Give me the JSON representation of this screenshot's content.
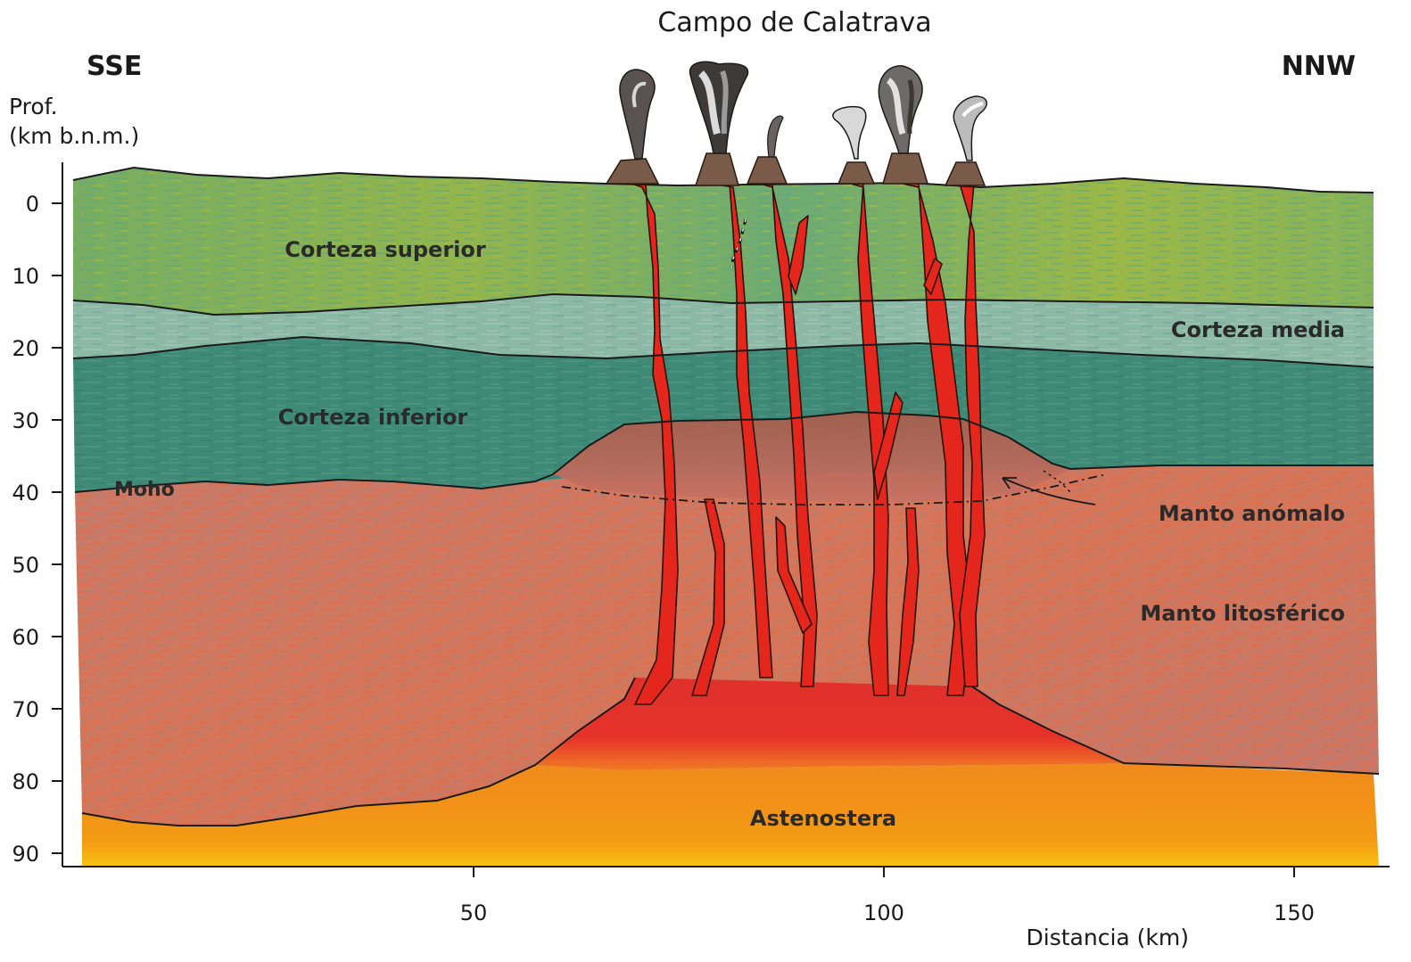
{
  "title": "Campo de Calatrava",
  "direction_left": "SSE",
  "direction_right": "NNW",
  "y_axis": {
    "label_line1": "Prof.",
    "label_line2": "(km b.n.m.)",
    "ticks": [
      "0",
      "10",
      "20",
      "30",
      "40",
      "50",
      "60",
      "70",
      "80",
      "90"
    ]
  },
  "x_axis": {
    "label": "Distancia (km)",
    "ticks": [
      "50",
      "100",
      "150"
    ]
  },
  "layers": {
    "upper_crust": "Corteza superior",
    "middle_crust": "Corteza media",
    "lower_crust": "Corteza inferior",
    "moho": "Moho",
    "anomalous_mantle": "Manto anómalo",
    "lithospheric_mantle": "Manto litosférico",
    "asthenosphere": "Astenostera"
  },
  "colors": {
    "upper_crust": "#8fb24a",
    "middle_crust": "#8cb8a6",
    "lower_crust": "#3f8a76",
    "lithospheric_mantle": "#cf7a64",
    "anomalous_mantle": "#b8665a",
    "melt": "#e4261c",
    "asthenosphere": "#f29a18",
    "volcano": "#7a5a48"
  },
  "icons": {
    "volcano": "volcano-icon",
    "plume": "eruption-plume-icon"
  }
}
